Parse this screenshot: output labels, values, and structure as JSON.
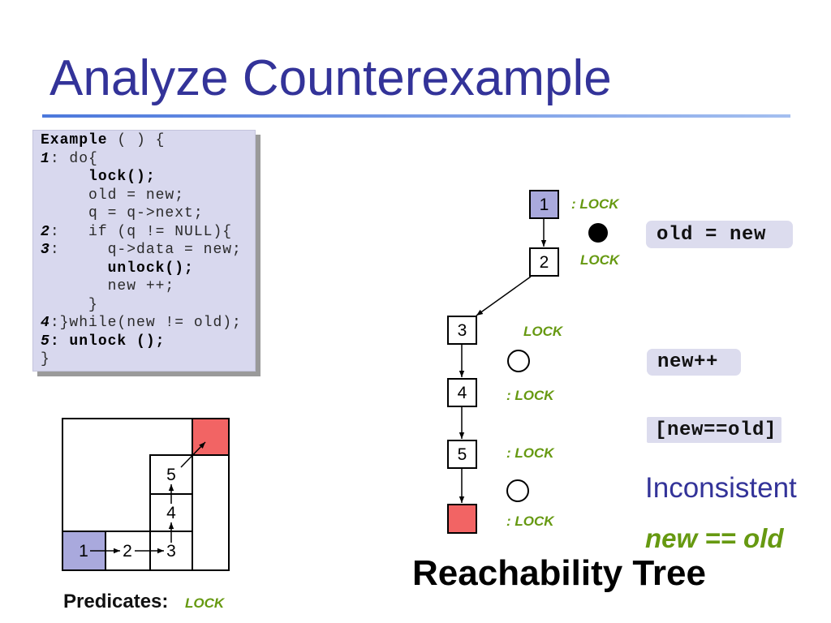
{
  "slide": {
    "title": "Analyze Counterexample",
    "colors": {
      "title": "#333399",
      "predicate_text": "#669911",
      "initial_node_fill": "#a9a9dd",
      "error_node_fill": "#f26464",
      "code_background": "#d8d8ee",
      "statement_background": "#dcdcee"
    }
  },
  "code": {
    "lines": [
      [
        {
          "text": "Example",
          "style": "bold"
        },
        {
          "text": " ( ) {",
          "style": "plain"
        }
      ],
      [
        {
          "text": "1",
          "style": "bold-italic"
        },
        {
          "text": ": do{",
          "style": "plain"
        }
      ],
      [
        {
          "text": "     ",
          "style": "plain"
        },
        {
          "text": "lock();",
          "style": "bold"
        }
      ],
      [
        {
          "text": "     old = new;",
          "style": "plain"
        }
      ],
      [
        {
          "text": "     q = q->next;",
          "style": "plain"
        }
      ],
      [
        {
          "text": "2",
          "style": "bold-italic"
        },
        {
          "text": ":   if (q != NULL){",
          "style": "plain"
        }
      ],
      [
        {
          "text": "3",
          "style": "bold-italic"
        },
        {
          "text": ":     q->data = new;",
          "style": "plain"
        }
      ],
      [
        {
          "text": "       ",
          "style": "plain"
        },
        {
          "text": "unlock();",
          "style": "bold"
        }
      ],
      [
        {
          "text": "       new ++;",
          "style": "plain"
        }
      ],
      [
        {
          "text": "     }",
          "style": "plain"
        }
      ],
      [
        {
          "text": "4",
          "style": "bold-italic"
        },
        {
          "text": ":}while(new != old);",
          "style": "plain"
        }
      ],
      [
        {
          "text": "5",
          "style": "bold-italic"
        },
        {
          "text": ": unlock ();",
          "style": "bold"
        }
      ],
      [
        {
          "text": "}",
          "style": "plain"
        }
      ]
    ]
  },
  "abstraction_diagram": {
    "regions": [
      "1",
      "2",
      "3",
      "4",
      "5"
    ]
  },
  "predicates": {
    "label": "Predicates:",
    "items": [
      "LOCK"
    ]
  },
  "reachability_tree": {
    "caption": "Reachability Tree",
    "nodes": [
      {
        "label": "1",
        "state": ": LOCK"
      },
      {
        "label": "2",
        "state": "LOCK"
      },
      {
        "label": "3",
        "state": "LOCK"
      },
      {
        "label": "4",
        "state": ": LOCK"
      },
      {
        "label": "5",
        "state": ": LOCK"
      },
      {
        "state": ": LOCK",
        "error": true
      }
    ],
    "statements": [
      "old = new",
      "new++",
      "[new==old]"
    ],
    "result": {
      "verdict": "Inconsistent",
      "reason": "new == old"
    }
  }
}
